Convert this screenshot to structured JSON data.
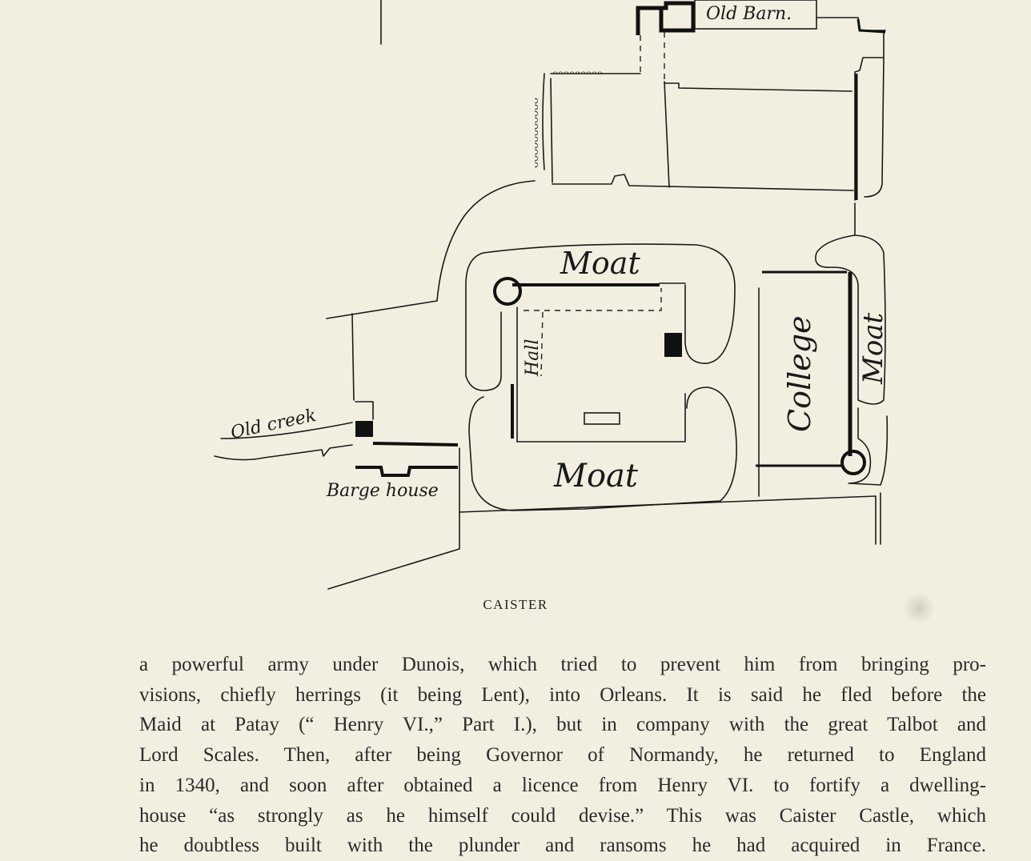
{
  "plan": {
    "labels": {
      "old_barn": "Old Barn.",
      "moat_top": "Moat",
      "moat_bottom": "Moat",
      "moat_right": "Moat",
      "hall": "Hall",
      "college": "College",
      "old_creek": "Old creek",
      "barge_house": "Barge house"
    }
  },
  "caption": "CAISTER",
  "body_lines": [
    "a powerful army under Dunois, which tried to prevent him from bringing pro-",
    "visions, chiefly herrings (it being Lent), into Orleans.  It is said he fled before the",
    "Maid at Patay (“ Henry VI.,” Part I.), but in company with the great Talbot and",
    "Lord Scales.  Then, after being Governor of Normandy, he returned to England",
    "in 1340, and soon after obtained a licence from Henry VI. to fortify a dwelling-",
    "house “as strongly as he himself could devise.”  This was Caister Castle, which",
    "he doubtless built with the plunder and ransoms he had acquired in France."
  ]
}
